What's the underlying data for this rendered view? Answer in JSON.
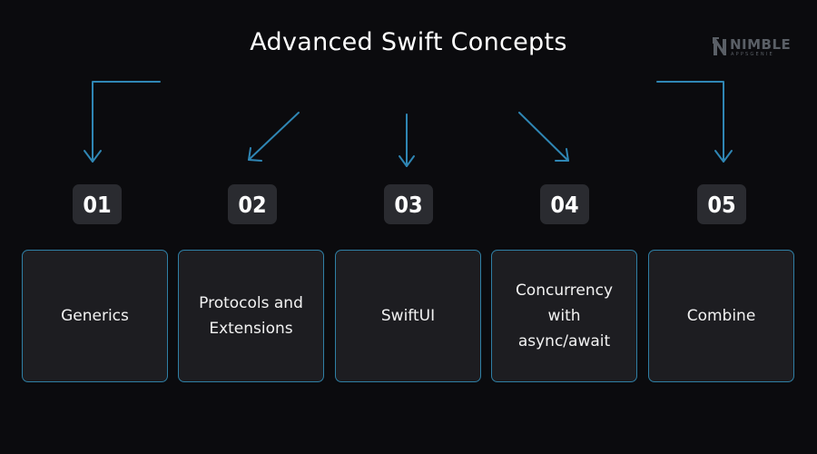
{
  "title": "Advanced Swift Concepts",
  "logo": {
    "text": "NIMBLE",
    "subtext": "APPSGENIE"
  },
  "colors": {
    "background": "#0b0b0e",
    "arrow": "#2f86b4",
    "card_border": "#2f7fa5",
    "number_badge": "#2a2b30"
  },
  "steps": [
    {
      "number": "01",
      "label": "Generics"
    },
    {
      "number": "02",
      "label": "Protocols and Extensions"
    },
    {
      "number": "03",
      "label": "SwiftUI"
    },
    {
      "number": "04",
      "label": "Concurrency with async/await"
    },
    {
      "number": "05",
      "label": "Combine"
    }
  ]
}
